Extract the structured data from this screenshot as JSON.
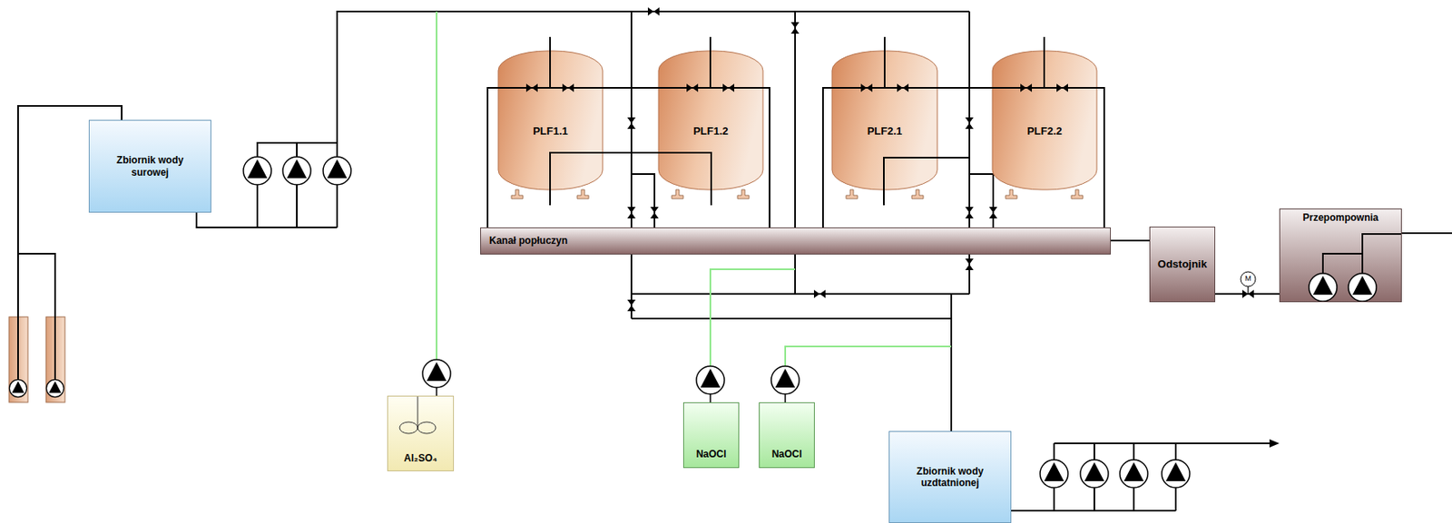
{
  "diagram": {
    "nodes": [
      {
        "text": [
          "Zbiornik wody surowej"
        ]
      },
      {
        "text": [
          "PLF1.1"
        ]
      },
      {
        "text": [
          "PLF1.2"
        ]
      },
      {
        "text": [
          "PLF2.1"
        ]
      },
      {
        "text": [
          "PLF2.2"
        ]
      },
      {
        "text": [
          "Kanał popłuczyn"
        ]
      },
      {
        "text": [
          "Odstojnik"
        ]
      },
      {
        "text": [
          "Przepompownia"
        ]
      },
      {
        "text": [
          "Al₂SO₄"
        ]
      },
      {
        "text": [
          "NaOCl"
        ]
      },
      {
        "text": [
          "NaOCl"
        ]
      },
      {
        "text": [
          "Zbiornik wody uzdtatnionej"
        ]
      }
    ],
    "edges": [
      {
        "from": 1,
        "to": 5,
        "arrow": "none"
      },
      {
        "from": 2,
        "to": 5,
        "arrow": "none"
      },
      {
        "from": 3,
        "to": 5,
        "arrow": "none"
      },
      {
        "from": 4,
        "to": 5,
        "arrow": "none"
      },
      {
        "from": 5,
        "to": 6,
        "arrow": "none"
      },
      {
        "from": 6,
        "to": 7,
        "arrow": "none"
      }
    ],
    "labels": [
      "M"
    ]
  }
}
